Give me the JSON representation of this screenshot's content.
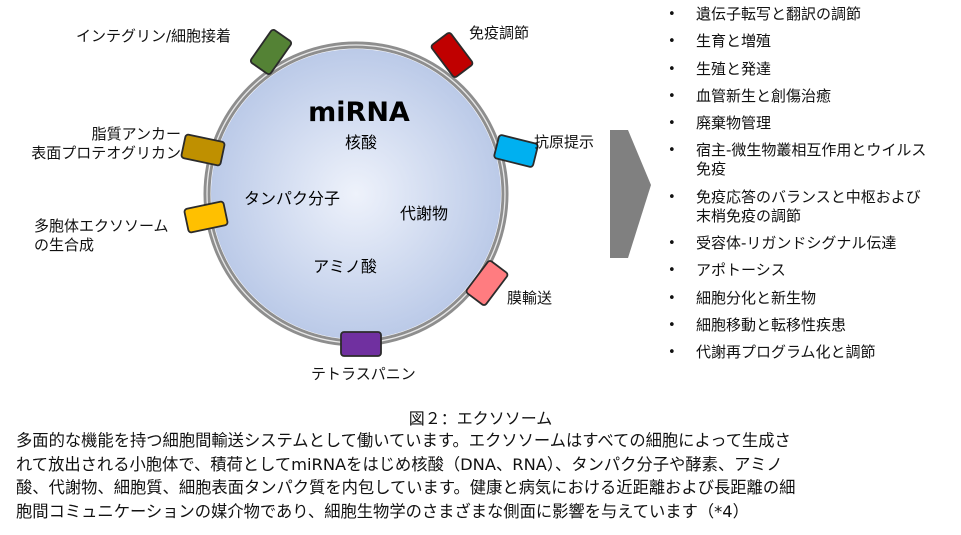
{
  "cell": {
    "title": "miRNA",
    "contents": [
      "核酸",
      "タンパク分子",
      "代謝物",
      "アミノ酸"
    ],
    "colors": {
      "fill_center": "#eef2fb",
      "fill_edge": "#b6c6e6",
      "ring": "#8e8e8e"
    }
  },
  "membrane_proteins": [
    {
      "label": "インテグリン/細胞接着",
      "color": "#548235"
    },
    {
      "label": "免疫調節",
      "color": "#c00000"
    },
    {
      "label": "抗原提示",
      "color": "#00b0f0"
    },
    {
      "label": "膜輸送",
      "color": "#ff7c80"
    },
    {
      "label": "テトラスパニン",
      "color": "#7030a0"
    },
    {
      "label": "多胞体エクソソーム\nの生合成",
      "color": "#ffc000"
    },
    {
      "label": "脂質アンカー\n表面プロテオグリカン",
      "color": "#bf9000"
    }
  ],
  "arrow_color": "#808080",
  "functions": [
    "遺伝子転写と翻訳の調節",
    "生育と増殖",
    "生殖と発達",
    "血管新生と創傷治癒",
    "廃棄物管理",
    "宿主-微生物叢相互作用とウイルス\n免疫",
    "免疫応答のバランスと中枢および\n末梢免疫の調節",
    "受容体-リガンドシグナル伝達",
    "アポトーシス",
    "細胞分化と新生物",
    "細胞移動と転移性疾患",
    "代謝再プログラム化と調節"
  ],
  "caption": {
    "title": "図２：エクソソーム",
    "lines": [
      "多面的な機能を持つ細胞間輸送システムとして働いています。エクソソームはすべての細胞によって生成さ",
      "れて放出される小胞体で、積荷としてmiRNAをはじめ核酸（DNA、RNA）、タンパク分子や酵素、アミノ",
      "酸、代謝物、細胞質、細胞表面タンパク質を内包しています。健康と病気における近距離および長距離の細",
      "胞間コミュニケーションの媒介物であり、細胞生物学のさまざまな側面に影響を与えています（*4）"
    ]
  }
}
